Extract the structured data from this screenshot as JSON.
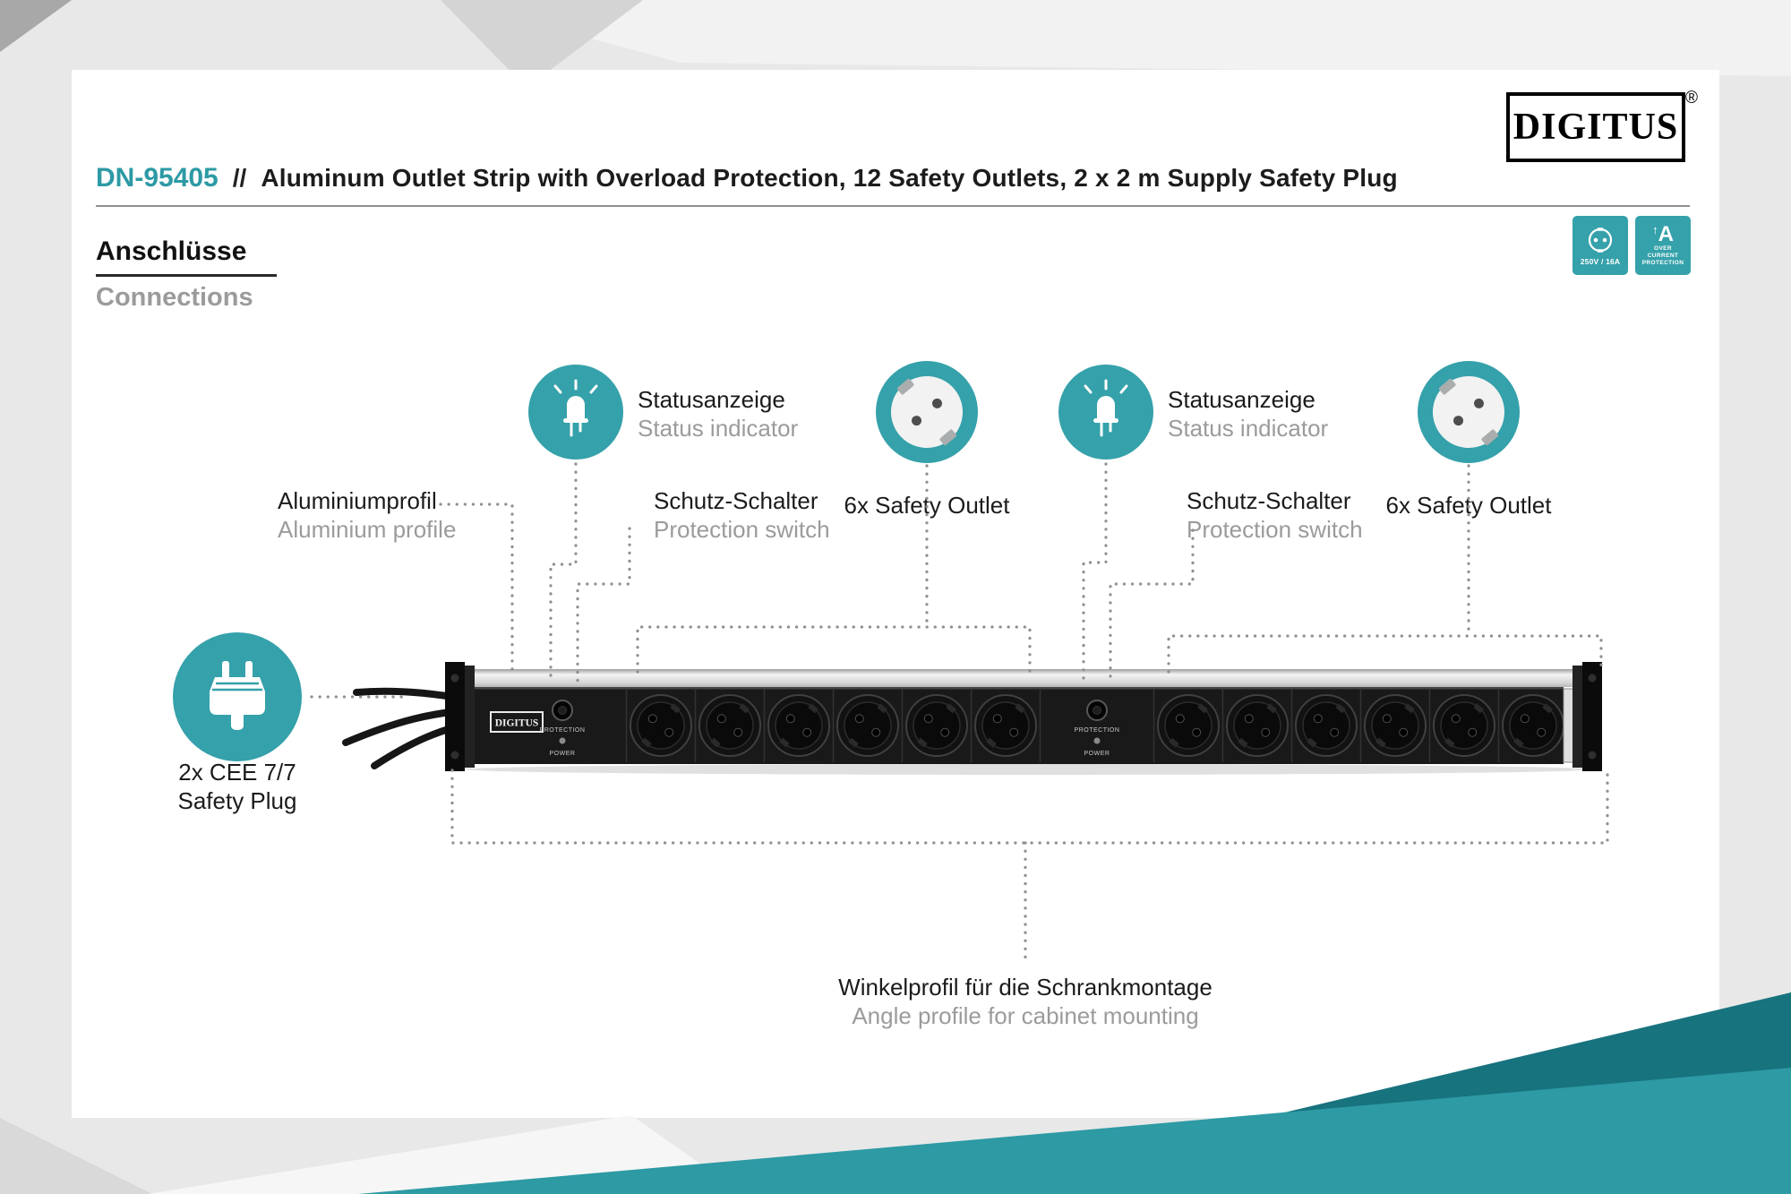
{
  "brand": {
    "logo_text": "DIGITUS",
    "registered": "®"
  },
  "header": {
    "model": "DN-95405",
    "separator": "//",
    "title": "Aluminum Outlet Strip with Overload Protection, 12 Safety Outlets, 2 x 2 m Supply Safety Plug"
  },
  "section": {
    "heading_de": "Anschlüsse",
    "heading_en": "Connections"
  },
  "badges": {
    "voltage_rating": "250V / 16A",
    "overcurrent": {
      "letter": "A",
      "lines": [
        "OVER",
        "CURRENT",
        "PROTECTION"
      ]
    }
  },
  "callouts": {
    "status_indicator": {
      "de": "Statusanzeige",
      "en": "Status indicator"
    },
    "safety_outlet": {
      "label": "6x Safety Outlet"
    },
    "aluminium_profile": {
      "de": "Aluminiumprofil",
      "en": "Aluminium profile"
    },
    "protection_switch": {
      "de": "Schutz-Schalter",
      "en": "Protection switch"
    },
    "safety_plug": {
      "line1": "2x CEE 7/7",
      "line2": "Safety Plug"
    },
    "angle_profile": {
      "de": "Winkelprofil für die Schrankmontage",
      "en": "Angle profile for cabinet mounting"
    }
  },
  "product": {
    "brand_plate": "DIGITUS",
    "protection_label": "PROTECTION",
    "power_label": "POWER"
  },
  "colors": {
    "brand_teal": "#35a1aa",
    "dark_teal": "#17737e",
    "model_accent": "#2d9aa5",
    "muted_text": "#9b9b9b",
    "strip_black": "#191919"
  }
}
